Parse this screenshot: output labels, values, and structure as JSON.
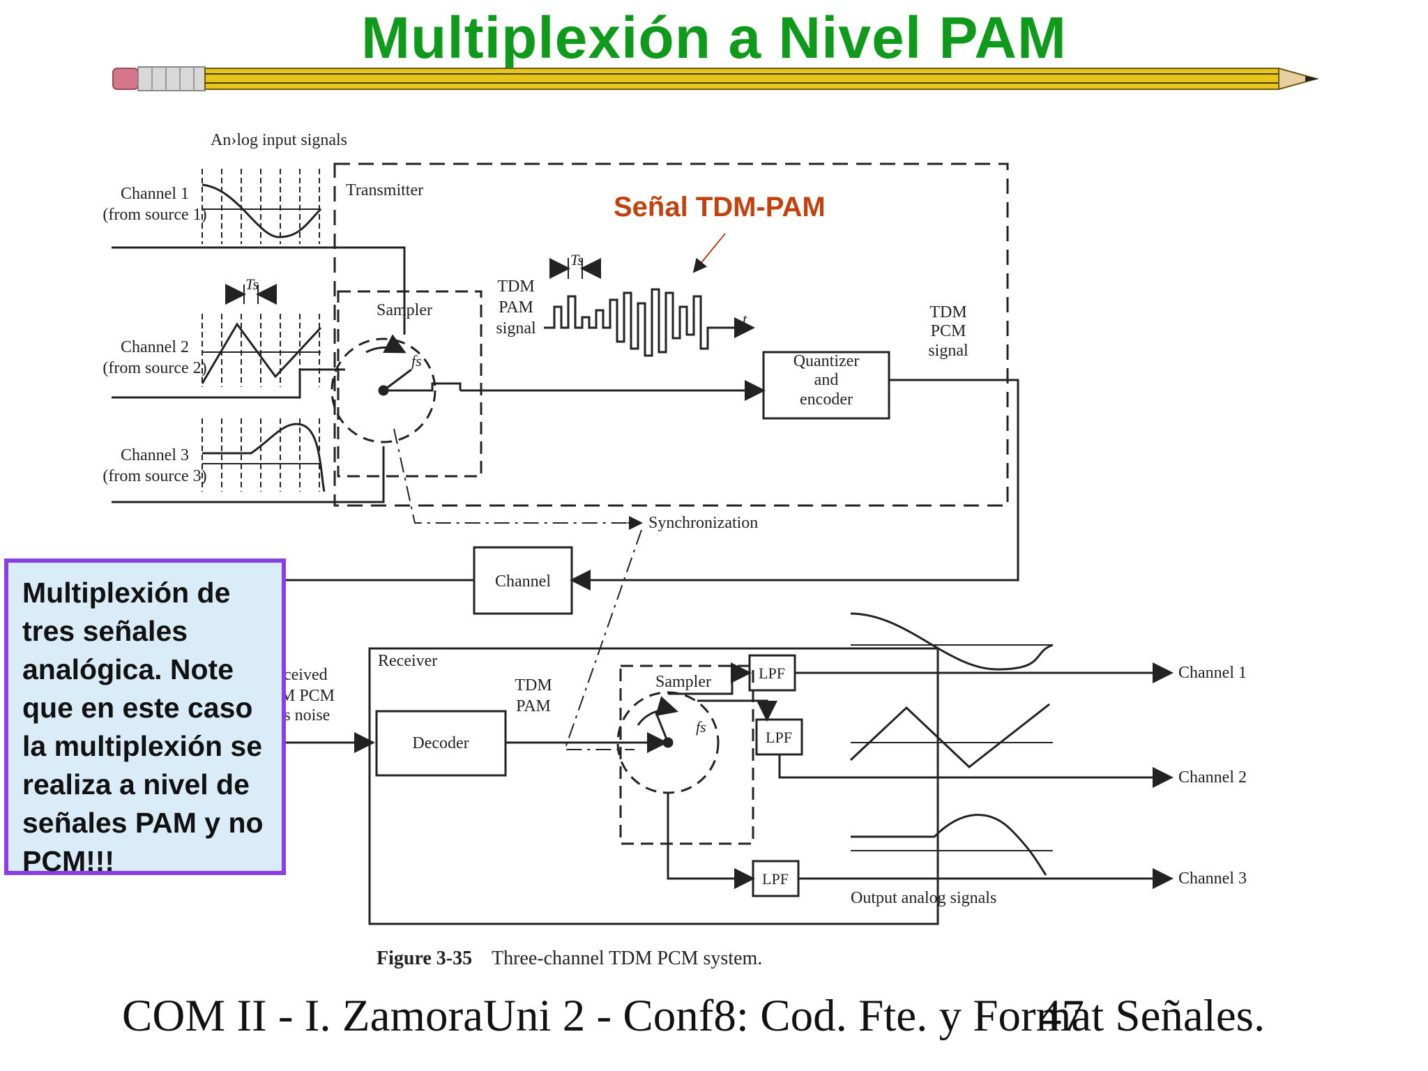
{
  "title": "Multiplexión a Nivel PAM",
  "diagram": {
    "input_heading": "An›log input signals",
    "channel1": [
      "Channel 1",
      "(from source 1)"
    ],
    "channel2": [
      "Channel 2",
      "(from source 2)"
    ],
    "channel3": [
      "Channel 3",
      "(from source 3)"
    ],
    "ts_label": "Ts",
    "transmitter": "Transmitter",
    "sampler_tx": "Sampler",
    "fs": "fs",
    "tdm_pam_signal": [
      "TDM",
      "PAM",
      "signal"
    ],
    "red_label": "Señal TDM-PAM",
    "t_label": "t",
    "quantizer": [
      "Quantizer",
      "and",
      "encoder"
    ],
    "tdm_pcm_signal": [
      "TDM",
      "PCM",
      "signal"
    ],
    "synchronization": "Synchronization",
    "channel_box": "Channel",
    "receiver": "Receiver",
    "received": [
      "Received",
      "TDM PCM",
      "plus noise"
    ],
    "tdm_pam_rx": [
      "TDM",
      "PAM"
    ],
    "decoder": "Decoder",
    "sampler_rx": "Sampler",
    "lpf": "LPF",
    "out_ch1": "Channel 1",
    "out_ch2": "Channel 2",
    "out_ch3": "Channel 3",
    "output_heading": "Output analog signals",
    "caption_bold": "Figure 3-35",
    "caption_text": "Three-channel TDM PCM system."
  },
  "note": "Multiplexión de tres señales analógica. Note que en este caso la multiplexión se realiza a nivel de señales PAM y no PCM!!!",
  "footer": "COM II - I. ZamoraUni 2 - Conf8: Cod. Fte. y Format Señales.",
  "page_number": "47",
  "colors": {
    "title": "#109a1b",
    "note_border": "#8a3ee6",
    "note_bg": "#d9ecf8",
    "red_label": "#c2410c"
  }
}
